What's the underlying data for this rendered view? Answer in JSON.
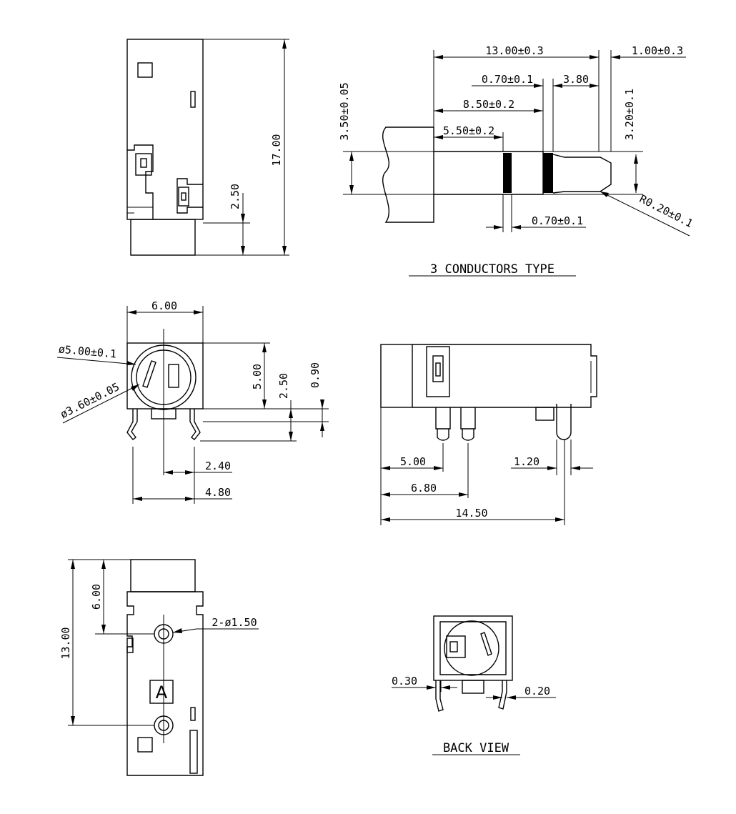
{
  "dimensions": {
    "side_height": "17.00",
    "side_pin_offset": "2.50",
    "plug_total": "13.00±0.3",
    "plug_tip_len": "1.00±0.3",
    "plug_ring_gap": "0.70±0.1",
    "plug_tip_section": "3.80",
    "plug_sleeve": "8.50±0.2",
    "plug_first": "5.50±0.2",
    "plug_dia": "3.50±0.05",
    "plug_tip_dia": "3.20±0.1",
    "plug_ring_width": "0.70±0.1",
    "plug_radius": "R0.20±0.1",
    "front_width": "6.00",
    "front_outer_dia": "ø5.00±0.1",
    "front_inner_dia": "ø3.60±0.05",
    "front_height": "5.00",
    "front_center": "2.50",
    "front_small": "0.90",
    "front_pin1": "2.40",
    "front_pin2": "4.80",
    "lat_pin1": "5.00",
    "lat_pin2": "6.80",
    "lat_pin_width": "1.20",
    "lat_length": "14.50",
    "bottom_length": "13.00",
    "bottom_hole_pos": "6.00",
    "bottom_holes": "2-ø1.50",
    "bottom_mark": "A",
    "back_left": "0.30",
    "back_right": "0.20"
  },
  "captions": {
    "plug": "3 CONDUCTORS TYPE",
    "back": "BACK VIEW"
  }
}
